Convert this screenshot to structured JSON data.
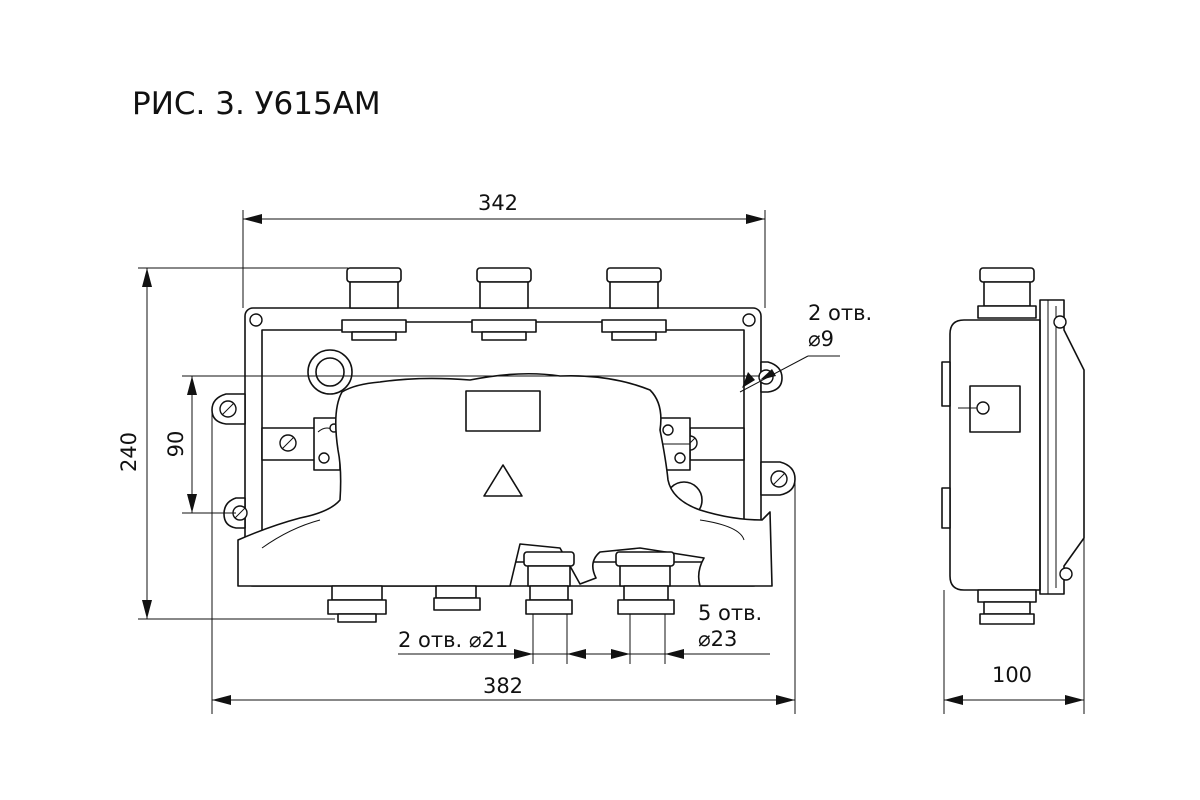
{
  "figure": {
    "title": "РИС. 3. У615АМ"
  },
  "dimensions": {
    "overall_length": "342",
    "overall_length_outer": "382",
    "height": "240",
    "mount_spacing": "90",
    "depth": "100",
    "mount_holes_count": "2 отв.",
    "mount_holes_diameter": "⌀9",
    "small_entries_label": "2 отв. ⌀21",
    "large_entries_count": "5 отв.",
    "large_entries_diameter": "⌀23"
  },
  "symbols": {
    "warning": "triangle-warning-icon"
  }
}
